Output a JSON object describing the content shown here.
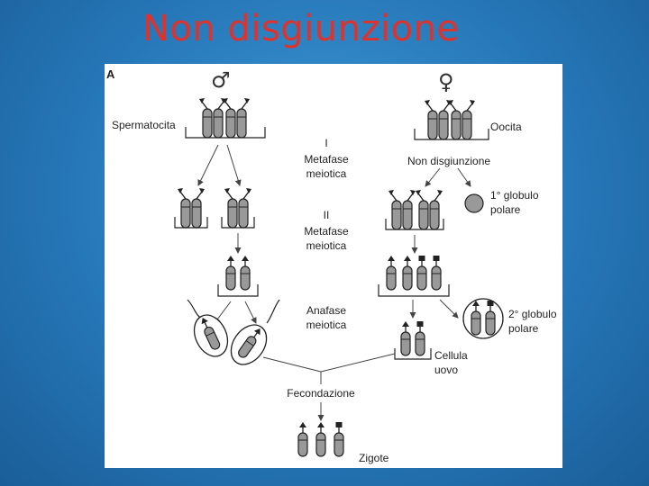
{
  "slide": {
    "title": "Non disgiunzione"
  },
  "figure": {
    "panel_letter": "A",
    "male_symbol": "♂",
    "female_symbol": "♀",
    "labels": {
      "spermatocyte": "Spermatocita",
      "oocyte": "Oocita",
      "metaphase1_num": "I",
      "metaphase1_line1": "Metafase",
      "metaphase1_line2": "meiotica",
      "nondisjunction": "Non disgiunzione",
      "polar1_line1": "1° globulo",
      "polar1_line2": "polare",
      "metaphase2_num": "II",
      "metaphase2_line1": "Metafase",
      "metaphase2_line2": "meiotica",
      "anaphase_line1": "Anafase",
      "anaphase_line2": "meiotica",
      "polar2_line1": "2° globulo",
      "polar2_line2": "polare",
      "egg_line1": "Cellula",
      "egg_line2": "uovo",
      "fertilization": "Fecondazione",
      "zygote": "Zigote"
    }
  }
}
